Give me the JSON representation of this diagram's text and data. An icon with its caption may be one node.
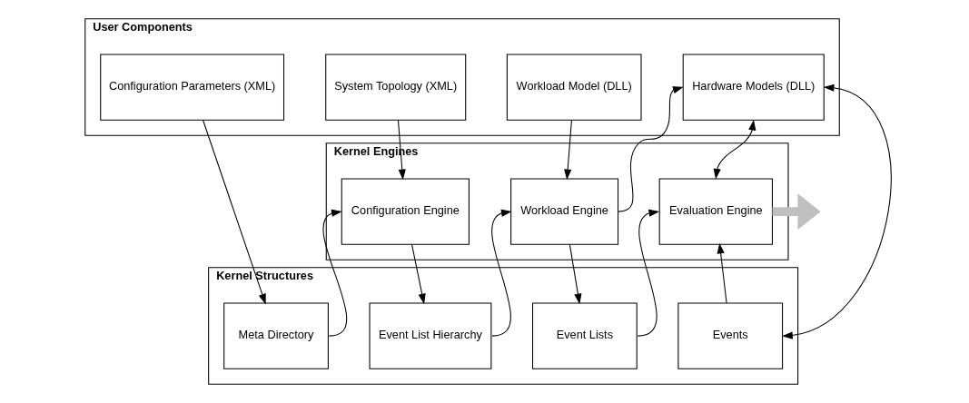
{
  "diagram": {
    "nodes": [
      {
        "text": [
          "User Components"
        ]
      },
      {
        "text": [
          "Configuration Parameters (XML)"
        ],
        "in": 0
      },
      {
        "text": [
          "System Topology (XML)"
        ],
        "in": 0
      },
      {
        "text": [
          "Workload Model (DLL)"
        ],
        "in": 0
      },
      {
        "text": [
          "Hardware Models (DLL)"
        ],
        "in": 0
      },
      {
        "text": [
          "Kernel Engines"
        ]
      },
      {
        "text": [
          "Configuration Engine"
        ],
        "in": 5
      },
      {
        "text": [
          "Workload Engine"
        ],
        "in": 5
      },
      {
        "text": [
          "Evaluation Engine"
        ],
        "in": 5
      },
      {
        "text": [
          "Kernel Structures"
        ]
      },
      {
        "text": [
          "Meta Directory"
        ],
        "in": 9
      },
      {
        "text": [
          "Event List Hierarchy"
        ],
        "in": 9
      },
      {
        "text": [
          "Event Lists"
        ],
        "in": 9
      },
      {
        "text": [
          "Events"
        ],
        "in": 9
      }
    ],
    "edges": [
      {
        "from": 1,
        "to": 10,
        "arrow": "to"
      },
      {
        "from": 2,
        "to": 6,
        "arrow": "to"
      },
      {
        "from": 3,
        "to": 7,
        "arrow": "to"
      },
      {
        "from": 7,
        "to": 4,
        "arrow": "to"
      },
      {
        "from": 4,
        "to": 8,
        "arrow": "both"
      },
      {
        "from": 13,
        "to": 4,
        "arrow": "both"
      },
      {
        "from": 10,
        "to": 6,
        "arrow": "to"
      },
      {
        "from": 6,
        "to": 11,
        "arrow": "to"
      },
      {
        "from": 11,
        "to": 7,
        "arrow": "to"
      },
      {
        "from": 7,
        "to": 12,
        "arrow": "to"
      },
      {
        "from": 12,
        "to": 8,
        "arrow": "to"
      },
      {
        "from": 13,
        "to": 8,
        "arrow": "to"
      },
      {
        "from": 8,
        "to": null,
        "arrow": "to",
        "style": "thick",
        "color": "#c0c0c0"
      }
    ]
  }
}
